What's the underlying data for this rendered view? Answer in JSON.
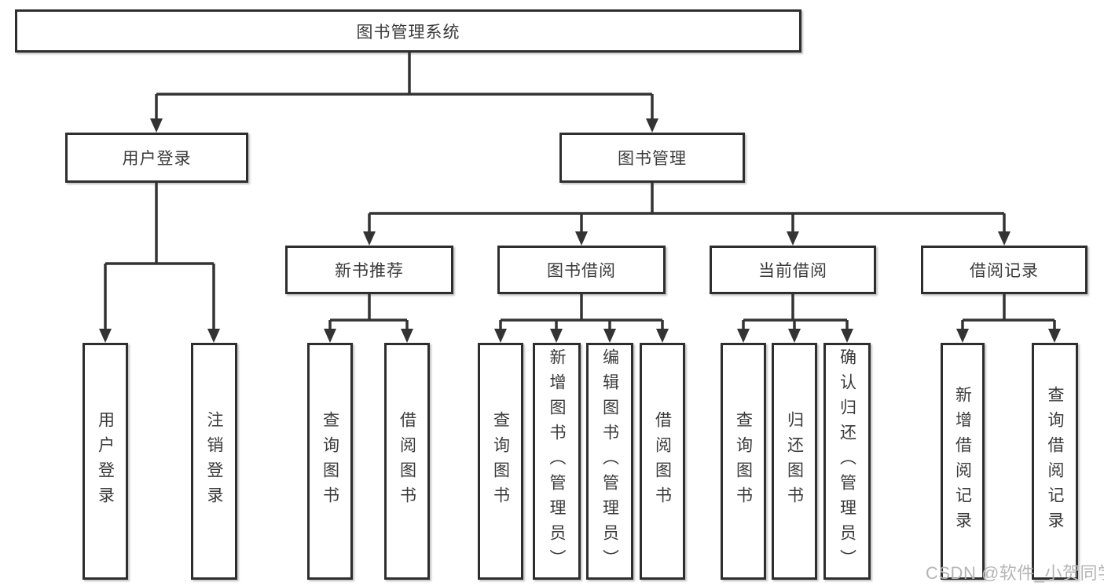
{
  "diagram_title": "图书管理系统",
  "nodes": {
    "root": "图书管理系统",
    "user_login": "用户登录",
    "book_management": "图书管理",
    "new_book_recommend": "新书推荐",
    "book_borrowing": "图书借阅",
    "current_borrowing": "当前借阅",
    "borrowing_records": "借阅记录",
    "leaf_user_login": "用户登录",
    "leaf_logout": "注销登录",
    "leaf_nb_query_books": "查询图书",
    "leaf_nb_borrow_books": "借阅图书",
    "leaf_bb_query_books": "查询图书",
    "leaf_bb_add_books": "新增图书（管理员）",
    "leaf_bb_edit_books": "编辑图书（管理员）",
    "leaf_bb_borrow_books": "借阅图书",
    "leaf_cb_query_books": "查询图书",
    "leaf_cb_return_books": "归还图书",
    "leaf_cb_confirm_return": "确认归还（管理员）",
    "leaf_br_add_record": "新增借阅记录",
    "leaf_br_query_record": "查询借阅记录"
  },
  "hierarchy": {
    "图书管理系统": {
      "用户登录": [
        "用户登录",
        "注销登录"
      ],
      "图书管理": {
        "新书推荐": [
          "查询图书",
          "借阅图书"
        ],
        "图书借阅": [
          "查询图书",
          "新增图书（管理员）",
          "编辑图书（管理员）",
          "借阅图书"
        ],
        "当前借阅": [
          "查询图书",
          "归还图书",
          "确认归还（管理员）"
        ],
        "借阅记录": [
          "新增借阅记录",
          "查询借阅记录"
        ]
      }
    }
  },
  "watermark": "CSDN @软件_小贺同学",
  "colors": {
    "line": "#333333",
    "box_border": "#2e2e2e",
    "box_background": "#ffffff",
    "text": "#3a3a3a",
    "watermark": "#b5b5b5",
    "page_background": "#ffffff"
  }
}
